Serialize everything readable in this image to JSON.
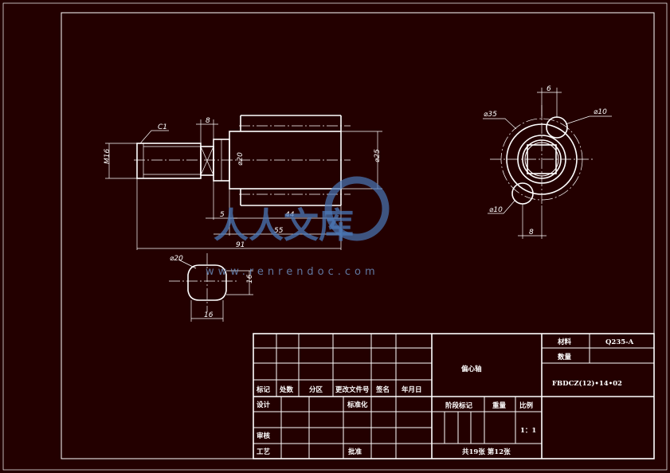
{
  "drawing": {
    "dimensions": {
      "c1": "C1",
      "m16": "M16",
      "d8_top": "8",
      "d20": "⌀20",
      "d25": "⌀25",
      "d5": "5",
      "d44": "44",
      "d55": "55",
      "d91": "91",
      "sec_d20": "⌀20",
      "sec_16v": "16",
      "sec_16h": "16",
      "d35": "⌀35",
      "d10_top": "⌀10",
      "d10_bot": "⌀10",
      "d6": "6",
      "d8_side": "8"
    }
  },
  "watermark": {
    "chars": "人人文库",
    "url": "www.renrendoc.com"
  },
  "title_block": {
    "part_name": "偏心轴",
    "material_label": "材料",
    "material_value": "Q235-A",
    "quantity_label": "数量",
    "drawing_number": "FBDCZ(12)•14•02",
    "rev_headers": [
      "标记",
      "处数",
      "分区",
      "更改文件号",
      "签名",
      "年月日"
    ],
    "design": "设计",
    "standardization": "标准化",
    "review": "审核",
    "process": "工艺",
    "approve": "批准",
    "stage_mark": "阶段标记",
    "weight": "重量",
    "scale_label": "比例",
    "scale_value": "1：1",
    "sheets": "共19张  第12张"
  },
  "colors": {
    "background": "#230000",
    "lines": "#ffffff",
    "watermark": "#4a78b8"
  }
}
